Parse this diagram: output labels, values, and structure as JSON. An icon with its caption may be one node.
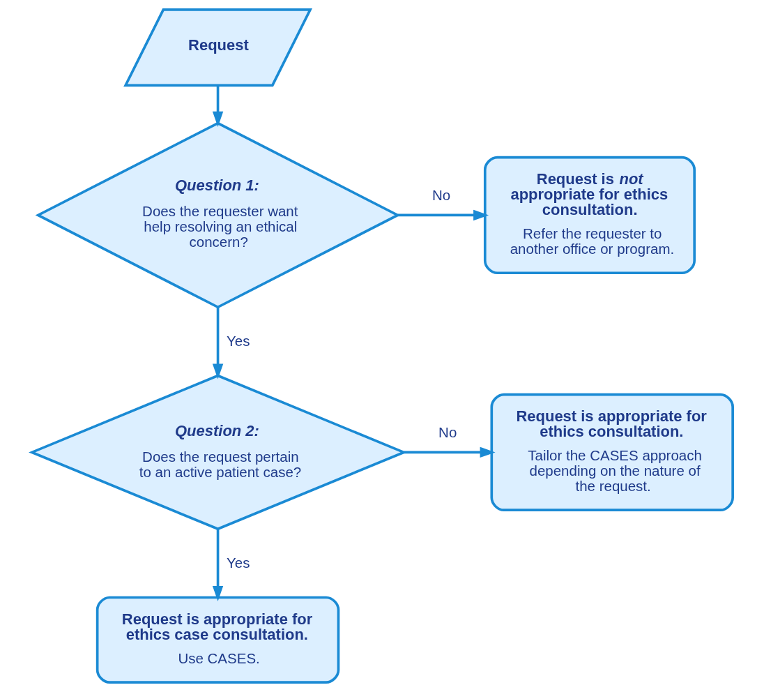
{
  "diagram": {
    "nodes": [
      {
        "text": [
          "Request"
        ]
      },
      {
        "text": [
          "Question 1:",
          "Does the requester want help resolving an ethical concern?"
        ]
      },
      {
        "text": [
          "Request is *not* appropriate for ethics consultation.",
          "Refer the requester to another office or program."
        ]
      },
      {
        "text": [
          "Question 2:",
          "Does the request pertain to an active patient case?"
        ]
      },
      {
        "text": [
          "Request is appropriate for ethics consultation.",
          "Tailor the CASES approach depending on the nature of the request."
        ]
      },
      {
        "text": [
          "Request is appropriate for ethics case consultation.",
          "Use CASES."
        ]
      }
    ],
    "edges": [
      {
        "from": 0,
        "to": 1,
        "arrow": "to"
      },
      {
        "from": 1,
        "to": 2,
        "arrow": "to",
        "label": "No"
      },
      {
        "from": 1,
        "to": 3,
        "arrow": "to",
        "label": "Yes"
      },
      {
        "from": 3,
        "to": 4,
        "arrow": "to",
        "label": "No"
      },
      {
        "from": 3,
        "to": 5,
        "arrow": "to",
        "label": "Yes"
      }
    ]
  }
}
